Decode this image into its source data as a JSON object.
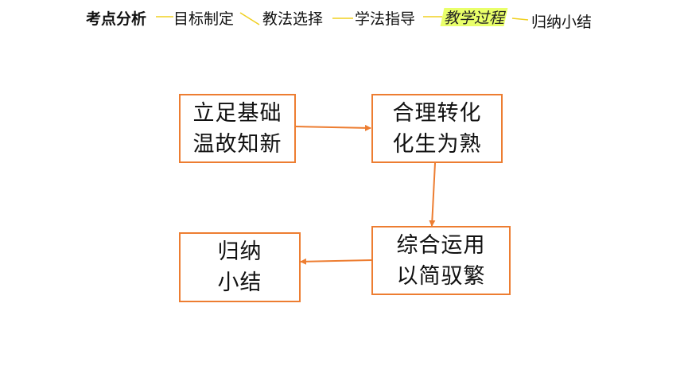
{
  "nav": {
    "items": [
      {
        "label": "考点分析"
      },
      {
        "label": "目标制定"
      },
      {
        "label": "教法选择"
      },
      {
        "label": "学法指导"
      },
      {
        "label": "教学过程"
      },
      {
        "label": "归纳小结"
      }
    ],
    "active_index": 4,
    "connector_color": "#f0d020",
    "highlight_color": "#e9ff6a"
  },
  "flow": {
    "box_border_color": "#ed7d31",
    "arrow_color": "#ed7d31",
    "boxes": [
      {
        "line1": "立足基础",
        "line2": "温故知新"
      },
      {
        "line1": "合理转化",
        "line2": "化生为熟"
      },
      {
        "line1": "综合运用",
        "line2": "以简驭繁"
      },
      {
        "line1": "归纳",
        "line2": "小结"
      }
    ]
  }
}
